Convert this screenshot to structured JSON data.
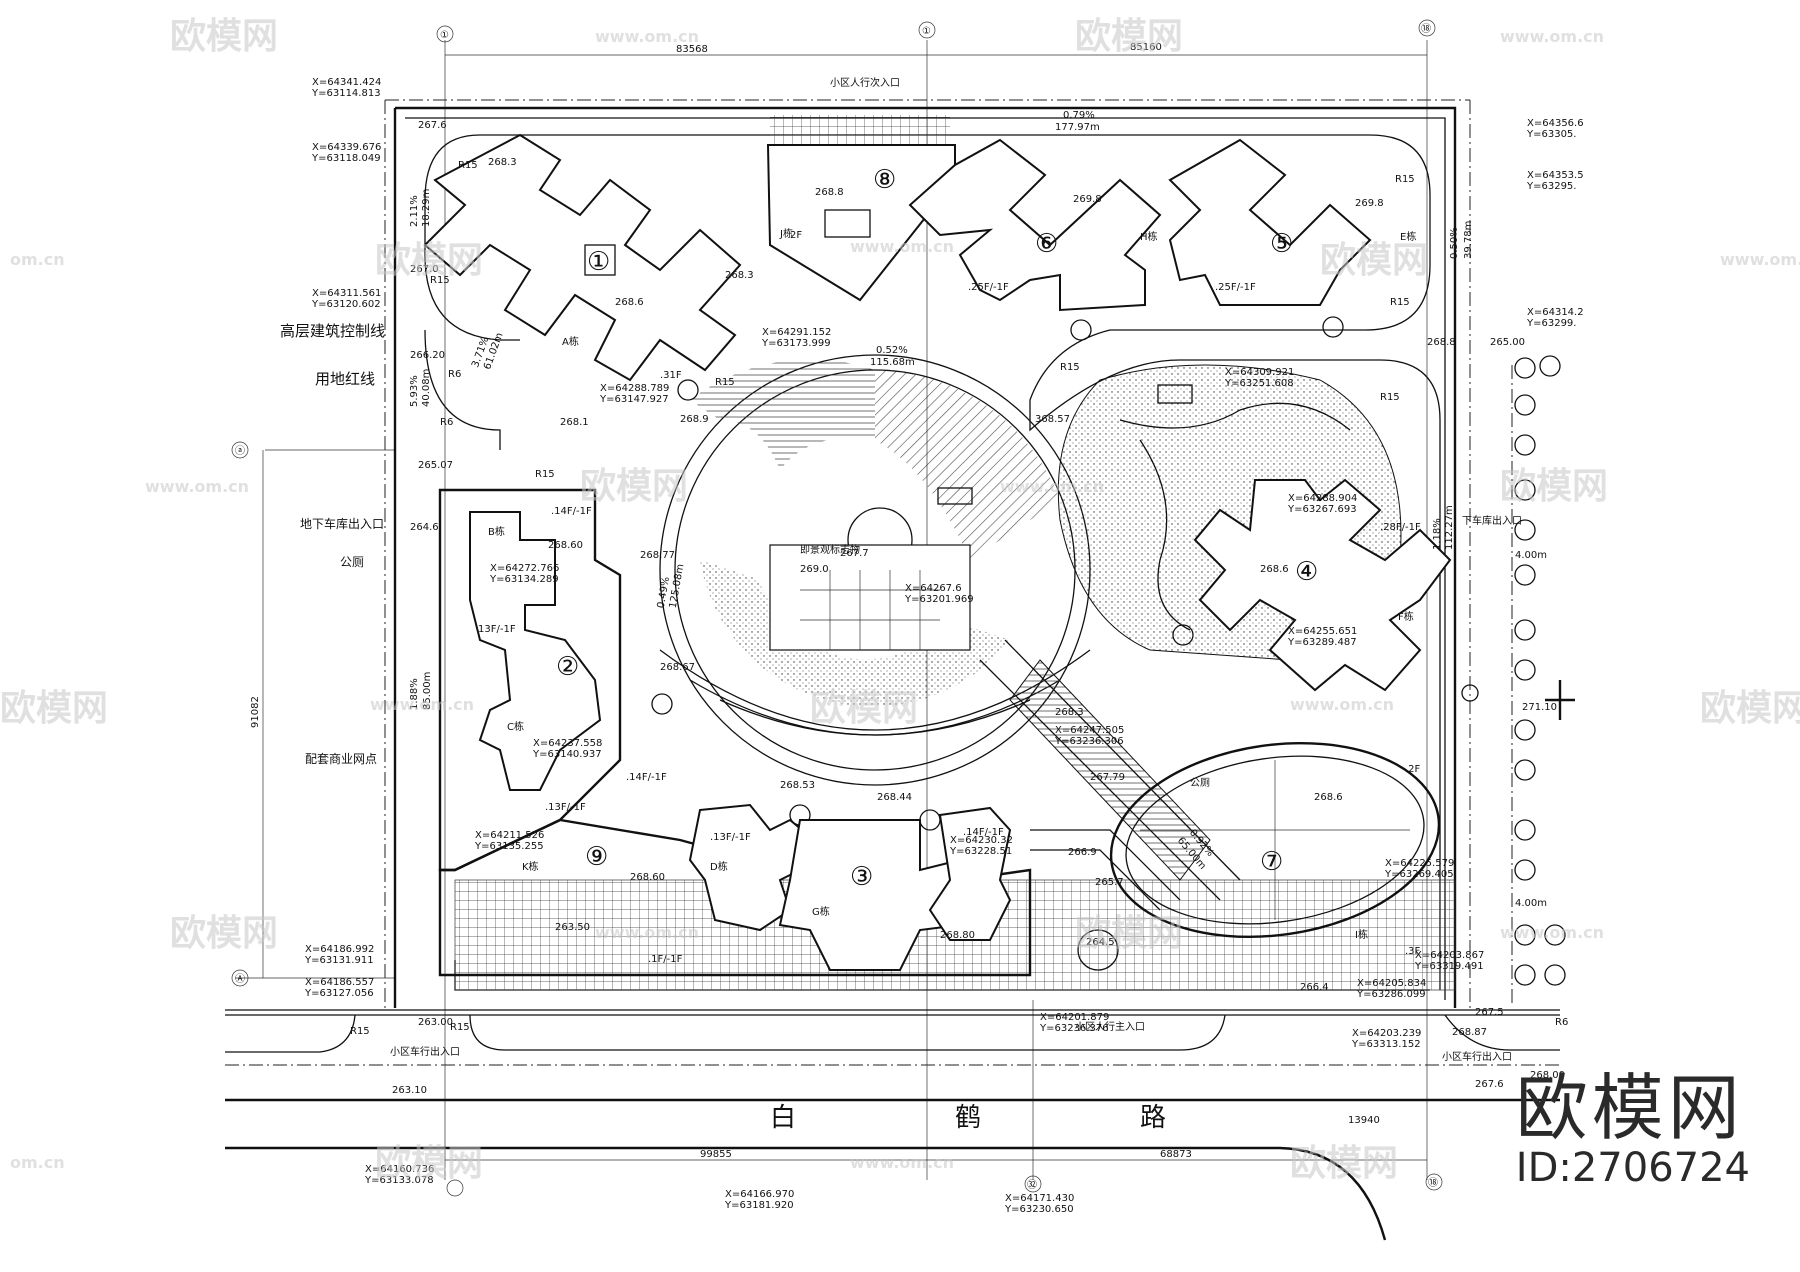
{
  "road_name": [
    "白",
    "鹤",
    "路"
  ],
  "labels": {
    "highrise_control": "高层建筑控制线",
    "land_redline": "用地红线",
    "underground_entrance": "地下车库出入口",
    "toilet": "公厕",
    "commercial": "配套商业网点",
    "ped_entrance_top": "小区人行次入口",
    "ped_entrance_main": "小区人行主入口",
    "vehicle_entrance_left": "小区车行出入口",
    "vehicle_entrance_right": "小区车行出入口",
    "underground_entrance_right": "下车库出入口",
    "toilet_right": "公厕"
  },
  "dimensions": [
    "83568",
    "85160",
    "91082",
    "99855",
    "68873",
    "13940",
    "4.00m",
    "4.00m"
  ],
  "grid_marks": [
    "①",
    "①",
    "⑱",
    "⑱",
    "ⓐ",
    "Ⓐ",
    "㉜"
  ],
  "building_numbers": [
    "①",
    "②",
    "③",
    "④",
    "⑤",
    "⑥",
    "⑦",
    "⑧",
    "⑨"
  ],
  "building_tags": [
    "A栋",
    "B栋",
    "C栋",
    "D栋",
    "E栋",
    "F栋",
    "G栋",
    "H栋",
    "I栋",
    "J栋",
    "K栋"
  ],
  "floors": [
    ".31F",
    ".25F/-1F",
    ".25F/-1F",
    ".14F/-1F",
    ".14F/-1F",
    ".13F/-1F",
    ".13F/-1F",
    ".14F/-1F",
    ".28F/-1F",
    ".1F/-1F",
    ".3F",
    ".2F",
    "2F",
    "13F/-1F"
  ],
  "elevations": [
    "267.6",
    "267.0",
    "266.20",
    "265.07",
    "264.6",
    "263.50",
    "263.00",
    "263.10",
    "268.3",
    "268.6",
    "268.3",
    "268.8",
    "269.8",
    "269.8",
    "268.8",
    "269.0",
    "268.6",
    "268.60",
    "268.77",
    "268.67",
    "268.53",
    "268.44",
    "268.60",
    "268.80",
    "267.79",
    "268.3",
    "266.9",
    "265.7",
    "264.5",
    "266.4",
    "267.5",
    "267.6",
    "268.00",
    "268.87",
    "271.10",
    "265.00",
    "268.9",
    "268.1",
    "267.7",
    "268.6"
  ],
  "slopes": [
    "0.79%",
    "177.97m",
    "0.52%",
    "115.68m",
    "0.50%",
    "39.78m",
    "1.18%",
    "112.27m",
    "0.49%",
    "125.08m",
    "2.11%",
    "18.29m",
    "5.93%",
    "40.08m",
    "3.71%",
    "61.02m",
    "1.88%",
    "85.00m",
    "0.92%",
    "65.00m",
    "368.57"
  ],
  "coordinates": [
    "X=64341.424",
    "Y=63114.813",
    "X=64339.676",
    "Y=63118.049",
    "X=64311.561",
    "Y=63120.602",
    "X=64291.152",
    "Y=63173.999",
    "X=64288.789",
    "Y=63147.927",
    "X=64272.766",
    "Y=63134.289",
    "X=64237.558",
    "Y=63140.937",
    "X=64211.526",
    "Y=63135.255",
    "X=64186.992",
    "Y=63131.911",
    "X=64186.557",
    "Y=63127.056",
    "X=64267.6",
    "Y=63201.969",
    "X=64230.32",
    "Y=63228.51",
    "X=64247.505",
    "Y=63236.306",
    "X=64309.921",
    "Y=63251.608",
    "X=64288.904",
    "Y=63267.693",
    "X=64255.651",
    "Y=63289.487",
    "X=64225.579",
    "Y=63269.405",
    "X=64203.867",
    "Y=63319.491",
    "X=64205.834",
    "Y=63286.099",
    "X=64203.239",
    "Y=63313.152",
    "X=64201.879",
    "Y=63236.376",
    "X=64166.970",
    "Y=63181.920",
    "X=64171.430",
    "Y=63230.650",
    "X=64160.736",
    "Y=63133.078",
    "X=64356.6",
    "Y=63305.",
    "X=64353.5",
    "Y=63295.",
    "X=64314.2",
    "Y=63299."
  ],
  "radii": [
    "R15",
    "R15",
    "R15",
    "R15",
    "R15",
    "R15",
    "R6",
    "R6",
    "R15",
    "R15",
    "R15",
    "R15",
    "R6"
  ],
  "plaza_label": "即景观标志物",
  "watermark": {
    "brand": "欧模网",
    "site": "www.om.cn",
    "site_short": "om.cn"
  },
  "id_text": "ID:2706724"
}
